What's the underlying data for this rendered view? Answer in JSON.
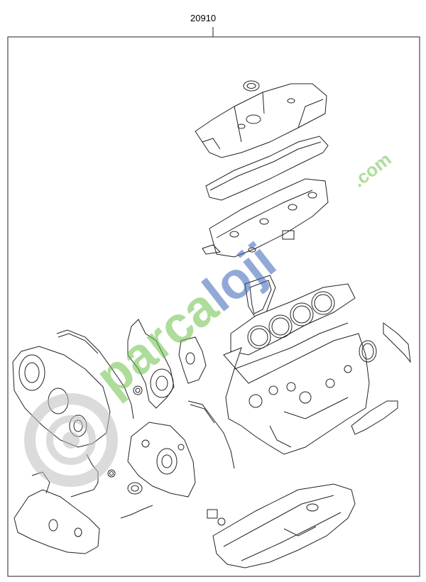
{
  "diagram": {
    "part_number": "20910"
  },
  "watermark": {
    "brand": "parcaloji",
    "domain": ".com",
    "color_green": "#6cc04a",
    "color_blue": "#3a63b8",
    "color_grey": "#bdbdbd"
  },
  "icons": [
    "gear-logo-icon"
  ]
}
